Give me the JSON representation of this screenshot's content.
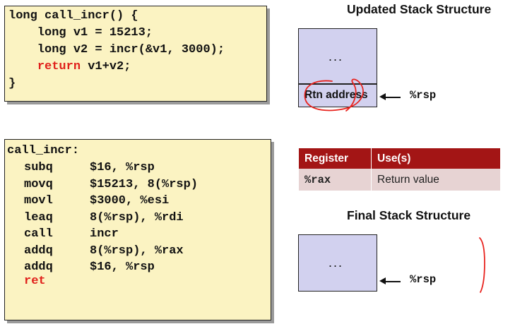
{
  "c_code": {
    "lines": [
      "long call_incr() {",
      "    long v1 = 15213;",
      "    long v2 = incr(&v1, 3000);",
      "    return v1+v2;",
      "}"
    ],
    "return_keyword": "return",
    "return_rest": " v1+v2;"
  },
  "asm_code": {
    "label": "call_incr:",
    "rows": [
      {
        "op": "subq",
        "args": "$16, %rsp"
      },
      {
        "op": "movq",
        "args": "$15213, 8(%rsp)"
      },
      {
        "op": "movl",
        "args": "$3000, %esi"
      },
      {
        "op": "leaq",
        "args": "8(%rsp), %rdi"
      },
      {
        "op": "call",
        "args": "incr"
      },
      {
        "op": "addq",
        "args": "8(%rsp), %rax"
      },
      {
        "op": "addq",
        "args": "$16, %rsp"
      }
    ],
    "ret": "ret"
  },
  "updated_stack": {
    "title": "Updated Stack Structure",
    "dots": "...",
    "slot_label": "Rtn address",
    "pointer": "%rsp"
  },
  "register_table": {
    "headers": [
      "Register",
      "Use(s)"
    ],
    "rows": [
      {
        "register": "%rax",
        "use": "Return value"
      }
    ]
  },
  "final_stack": {
    "title": "Final Stack Structure",
    "dots": "...",
    "pointer": "%rsp"
  },
  "colors": {
    "code_bg": "#fbf3c2",
    "keyword": "#e0201b",
    "stack_fill": "#d2d1ef",
    "table_header": "#a31515",
    "table_row": "#e7d3d3",
    "annotation": "#e8231e"
  }
}
